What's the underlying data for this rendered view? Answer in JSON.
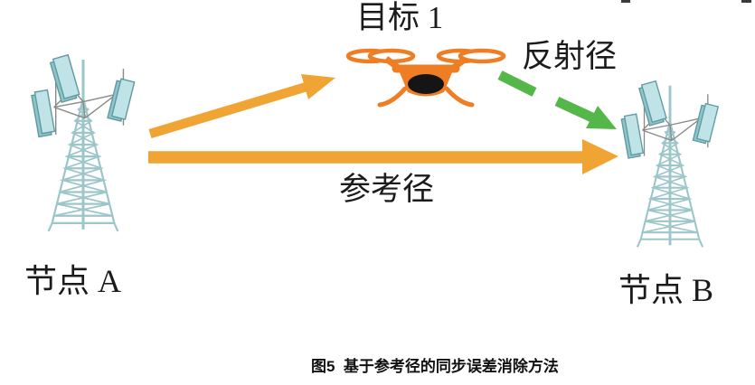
{
  "figure": {
    "target_label": "目标 1",
    "reflection_path_label": "反射径",
    "reference_path_label": "参考径",
    "node_a_label": "节点 A",
    "node_b_label": "节点 B",
    "caption": "图5  基于参考径的同步误差消除方法"
  },
  "colors": {
    "arrow_orange": "#F0A433",
    "drone_orange": "#EE7D23",
    "drone_camera_black": "#151515",
    "arrow_green": "#55B74A",
    "tower_teal": "#9CC6C9",
    "antenna_front": "#BFE3E6",
    "antenna_side": "#8EC5CA",
    "antenna_edge": "#5F9AA1",
    "strut_gray": "#8A8A8A",
    "label_text": "#1B1B1B"
  },
  "icons": {
    "node_a": "cell-tower-icon",
    "node_b": "cell-tower-icon",
    "target_1": "drone-icon",
    "incident_path": "solid-arrow-icon",
    "reference_path": "solid-arrow-icon",
    "reflection_path": "dashed-arrow-icon"
  }
}
